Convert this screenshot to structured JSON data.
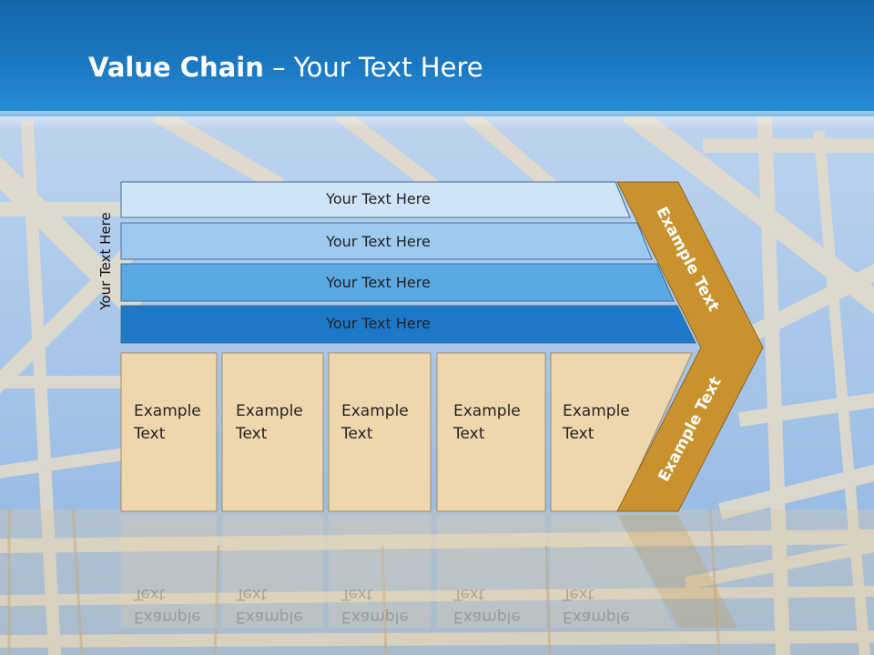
{
  "title": {
    "bold": "Value Chain",
    "rest": " – Your Text Here"
  },
  "side_label": "Your Text Here",
  "rows": [
    {
      "label": "Your Text Here",
      "color": "#cfe4f7"
    },
    {
      "label": "Your Text Here",
      "color": "#9fcaf0"
    },
    {
      "label": "Your Text Here",
      "color": "#5aa9e3"
    },
    {
      "label": "Your Text Here",
      "color": "#1e78c8"
    }
  ],
  "boxes": [
    {
      "label": "Example\nText"
    },
    {
      "label": "Example\nText"
    },
    {
      "label": "Example\nText"
    },
    {
      "label": "Example\nText"
    },
    {
      "label": "Example\nText"
    }
  ],
  "chevron": {
    "upper_label": "Example Text",
    "lower_label": "Example Text",
    "color": "#c9922e"
  },
  "box_color": "#efd7ad",
  "header_color": "#1a78c2"
}
